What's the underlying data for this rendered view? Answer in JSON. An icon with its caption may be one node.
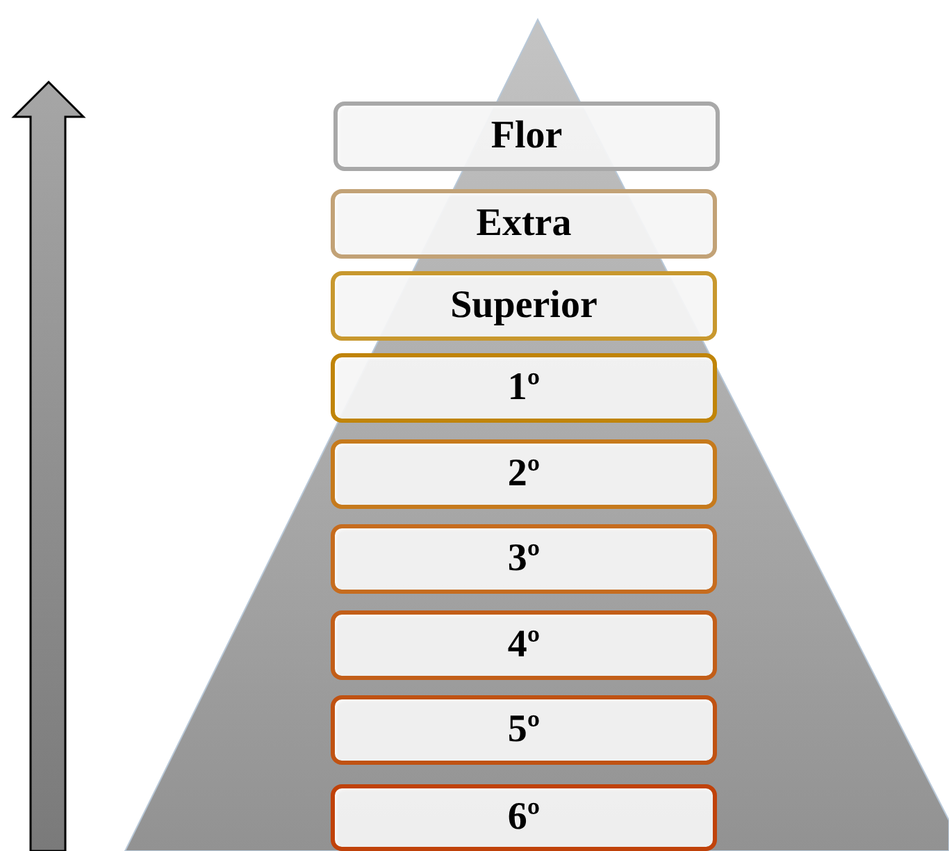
{
  "diagram": {
    "nodes": [
      {
        "text": [
          "Flor"
        ]
      },
      {
        "text": [
          "Extra"
        ]
      },
      {
        "text": [
          "Superior"
        ]
      },
      {
        "text": [
          "1º"
        ]
      },
      {
        "text": [
          "2º"
        ]
      },
      {
        "text": [
          "3º"
        ]
      },
      {
        "text": [
          "4º"
        ]
      },
      {
        "text": [
          "5º"
        ]
      },
      {
        "text": [
          "6º"
        ]
      }
    ]
  }
}
